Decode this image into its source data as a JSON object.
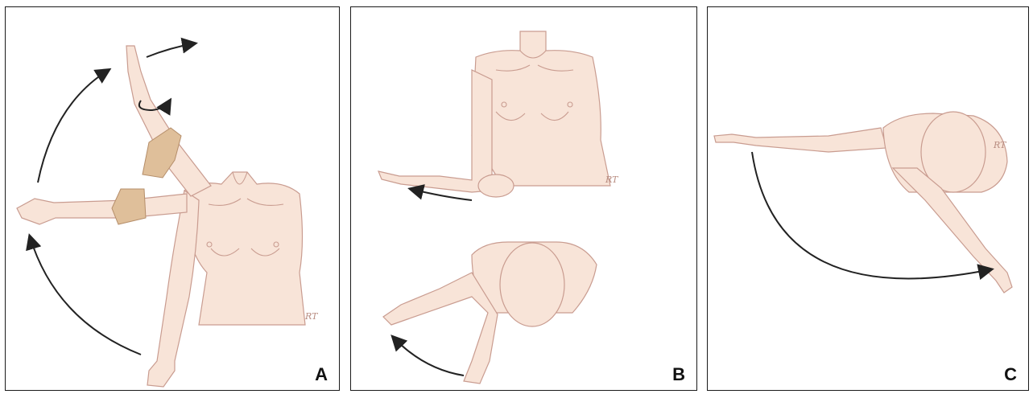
{
  "panels": [
    {
      "label": "A"
    },
    {
      "label": "B"
    },
    {
      "label": "C"
    }
  ],
  "signature": "RT",
  "colors": {
    "skin": "#f8e4d8",
    "outline": "#c99c90",
    "glove": "#dfbf9a",
    "arrow": "#222222",
    "border": "#1a1a1a"
  }
}
